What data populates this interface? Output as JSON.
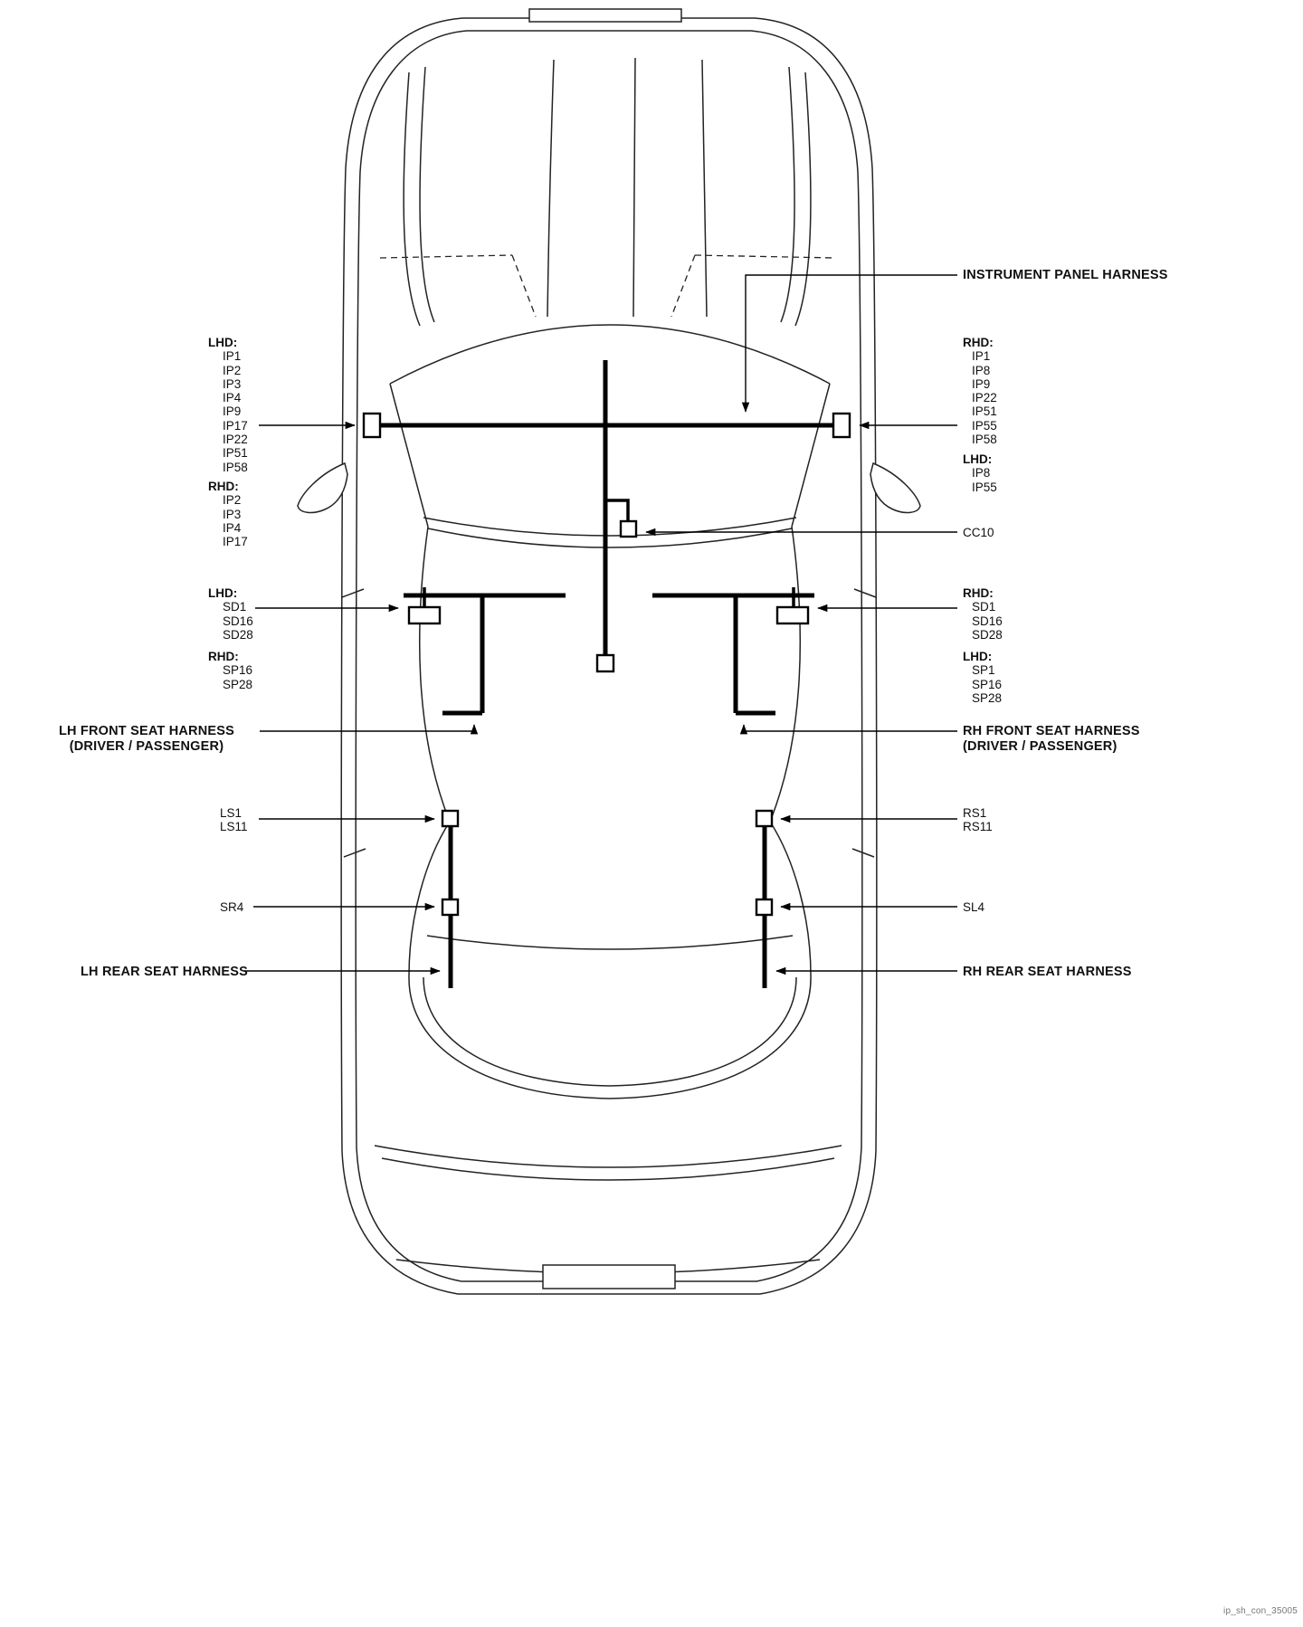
{
  "figure": {
    "watermark": "ip_sh_con_35005"
  },
  "callouts": {
    "instrument_panel_harness": "INSTRUMENT PANEL HARNESS",
    "cc10": "CC10",
    "left_ip_lhd": {
      "header": "LHD:",
      "items": [
        "IP1",
        "IP2",
        "IP3",
        "IP4",
        "IP9",
        "IP17",
        "IP22",
        "IP51",
        "IP58"
      ]
    },
    "left_ip_rhd": {
      "header": "RHD:",
      "items": [
        "IP2",
        "IP3",
        "IP4",
        "IP17"
      ]
    },
    "right_ip_rhd": {
      "header": "RHD:",
      "items": [
        "IP1",
        "IP8",
        "IP9",
        "IP22",
        "IP51",
        "IP55",
        "IP58"
      ]
    },
    "right_ip_lhd": {
      "header": "LHD:",
      "items": [
        "IP8",
        "IP55"
      ]
    },
    "left_seat_lhd": {
      "header": "LHD:",
      "items": [
        "SD1",
        "SD16",
        "SD28"
      ]
    },
    "left_seat_rhd": {
      "header": "RHD:",
      "items": [
        "SP16",
        "SP28"
      ]
    },
    "right_seat_rhd": {
      "header": "RHD:",
      "items": [
        "SD1",
        "SD16",
        "SD28"
      ]
    },
    "right_seat_lhd": {
      "header": "LHD:",
      "items": [
        "SP1",
        "SP16",
        "SP28"
      ]
    },
    "lh_front_seat": {
      "line1": "LH FRONT SEAT HARNESS",
      "line2": "(DRIVER / PASSENGER)"
    },
    "rh_front_seat": {
      "line1": "RH FRONT SEAT HARNESS",
      "line2": "(DRIVER / PASSENGER)"
    },
    "left_side": {
      "ls1": "LS1",
      "ls11": "LS11",
      "sr4": "SR4",
      "rear": "LH REAR SEAT HARNESS"
    },
    "right_side": {
      "rs1": "RS1",
      "rs11": "RS11",
      "sl4": "SL4",
      "rear": "RH REAR SEAT HARNESS"
    }
  }
}
